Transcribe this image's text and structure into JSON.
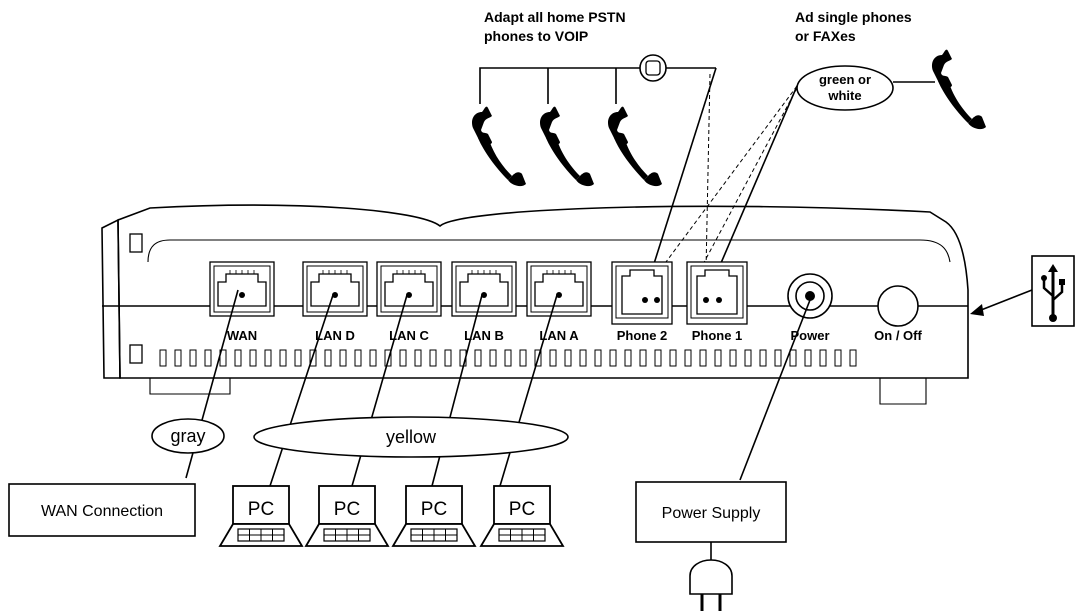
{
  "phones_caption": [
    "Adapt all home PSTN",
    "phones to VOIP"
  ],
  "single_caption": [
    "Ad single phones",
    "or FAXes"
  ],
  "color_tag_phone": [
    "green or",
    "white"
  ],
  "color_tag_wan": "gray",
  "color_tag_lan": "yellow",
  "ports": {
    "wan": "WAN",
    "lan_d": "LAN D",
    "lan_c": "LAN C",
    "lan_b": "LAN B",
    "lan_a": "LAN A",
    "phone2": "Phone 2",
    "phone1": "Phone 1",
    "power": "Power",
    "onoff": "On / Off"
  },
  "wan_box": "WAN Connection",
  "pc_label": "PC",
  "power_box": "Power Supply",
  "usb_icon": "usb-icon",
  "phone_icon": "phone-handset-icon",
  "laptop_icon": "laptop-icon",
  "plug_icon": "power-plug-icon"
}
